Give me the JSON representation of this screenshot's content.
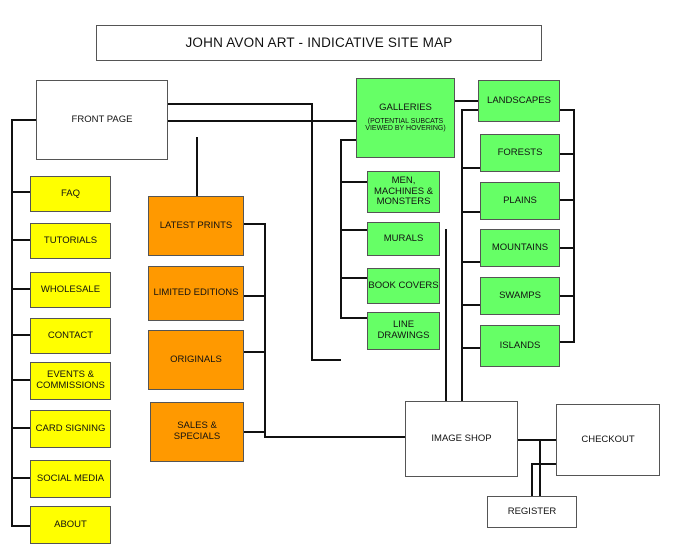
{
  "title": "JOHN AVON ART - INDICATIVE SITE MAP",
  "colors": {
    "yellow": "#ffff00",
    "orange": "#ff9900",
    "green": "#66ff66",
    "white": "#ffffff",
    "line": "#111111"
  },
  "front_page": "FRONT PAGE",
  "menu": {
    "faq": "FAQ",
    "tutorials": "TUTORIALS",
    "wholesale": "WHOLESALE",
    "contact": "CONTACT",
    "events": "EVENTS & COMMISSIONS",
    "card_signing": "CARD SIGNING",
    "social_media": "SOCIAL MEDIA",
    "about": "ABOUT"
  },
  "shop": {
    "latest_prints": "LATEST PRINTS",
    "limited_editions": "LIMITED EDITIONS",
    "originals": "ORIGINALS",
    "sales": "SALES & SPECIALS"
  },
  "galleries": {
    "label": "GALLERIES",
    "note": "(POTENTIAL SUBCATS VIEWED BY HOVERING)",
    "sub": {
      "men": "MEN, MACHINES & MONSTERS",
      "murals": "MURALS",
      "book_covers": "BOOK COVERS",
      "line_drawings": "LINE DRAWINGS"
    }
  },
  "landscapes": {
    "label": "LANDSCAPES",
    "forests": "FORESTS",
    "plains": "PLAINS",
    "mountains": "MOUNTAINS",
    "swamps": "SWAMPS",
    "islands": "ISLANDS"
  },
  "image_shop": "IMAGE SHOP",
  "checkout": "CHECKOUT",
  "register": "REGISTER"
}
